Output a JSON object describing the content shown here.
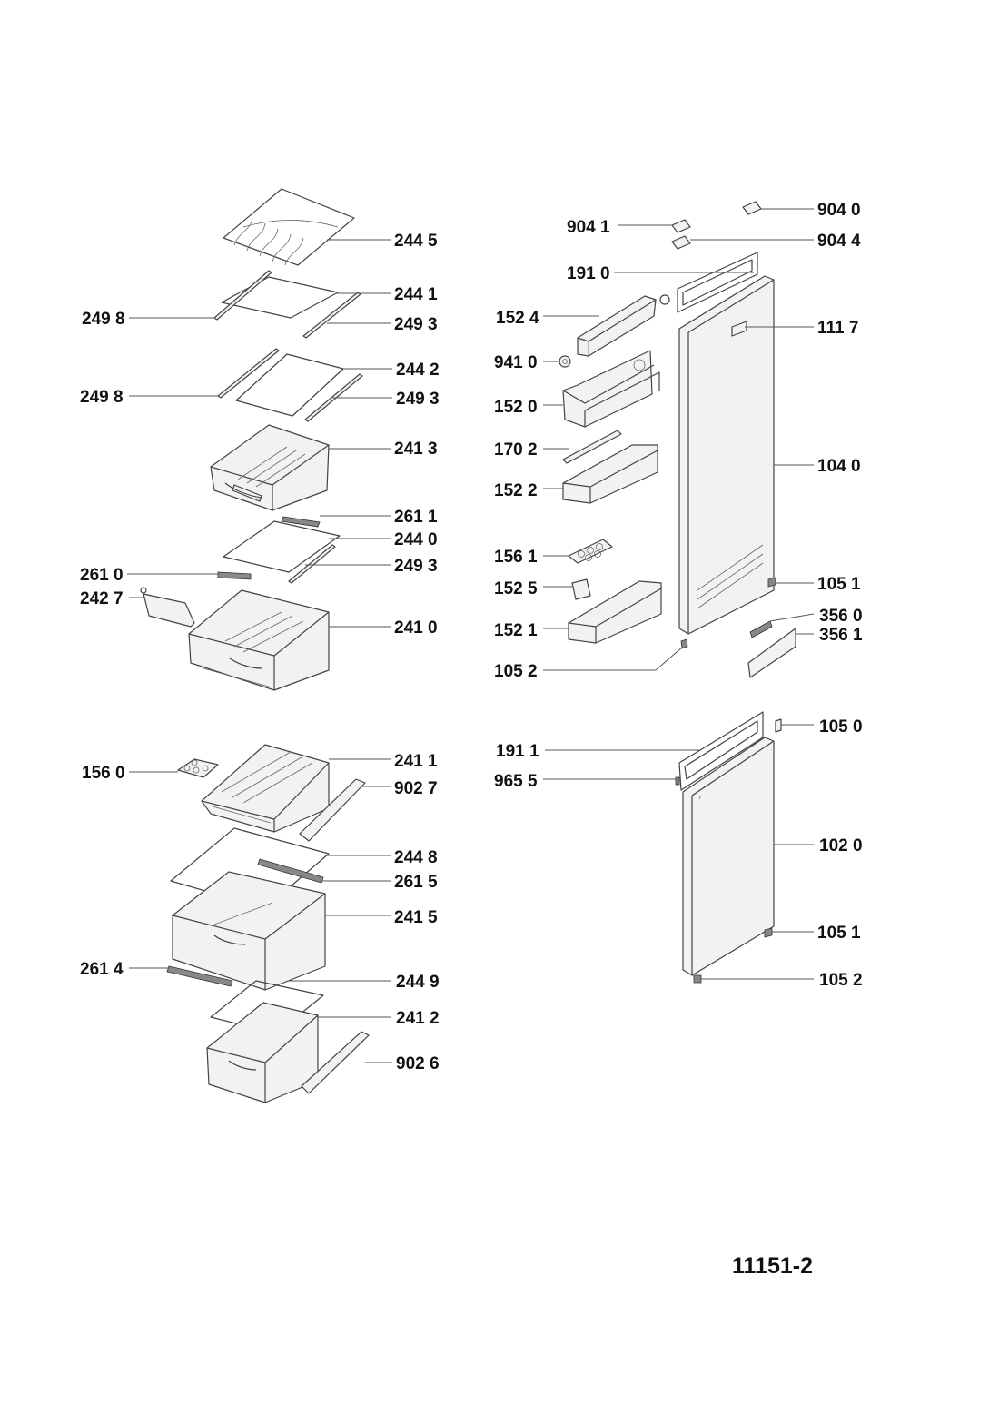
{
  "diagram_code": "11151-2",
  "labels": {
    "l2445": "244 5",
    "l2441": "244 1",
    "l2498a": "249 8",
    "l2493a": "249 3",
    "l2442": "244 2",
    "l2498b": "249 8",
    "l2493b": "249 3",
    "l2413": "241 3",
    "l2611": "261 1",
    "l2440": "244 0",
    "l2610": "261 0",
    "l2493c": "249 3",
    "l2427": "242 7",
    "l2410": "241 0",
    "l2411": "241 1",
    "l1560": "156 0",
    "l9027": "902 7",
    "l2448": "244 8",
    "l2615": "261 5",
    "l2415": "241 5",
    "l2614": "261 4",
    "l2449": "244 9",
    "l2412": "241 2",
    "l9026": "902 6",
    "l9040": "904 0",
    "l9041": "904 1",
    "l9044": "904 4",
    "l1910": "191 0",
    "l1524": "152 4",
    "l1117": "111 7",
    "l9410": "941 0",
    "l1520": "152 0",
    "l1702": "170 2",
    "l1040": "104 0",
    "l1522": "152 2",
    "l1561": "156 1",
    "l1051a": "105 1",
    "l1525": "152 5",
    "l3560": "356 0",
    "l1521": "152 1",
    "l3561": "356 1",
    "l1052a": "105 2",
    "l1050": "105 0",
    "l1911": "191 1",
    "l9655": "965 5",
    "l1020": "102 0",
    "l1051b": "105 1",
    "l1052b": "105 2"
  }
}
